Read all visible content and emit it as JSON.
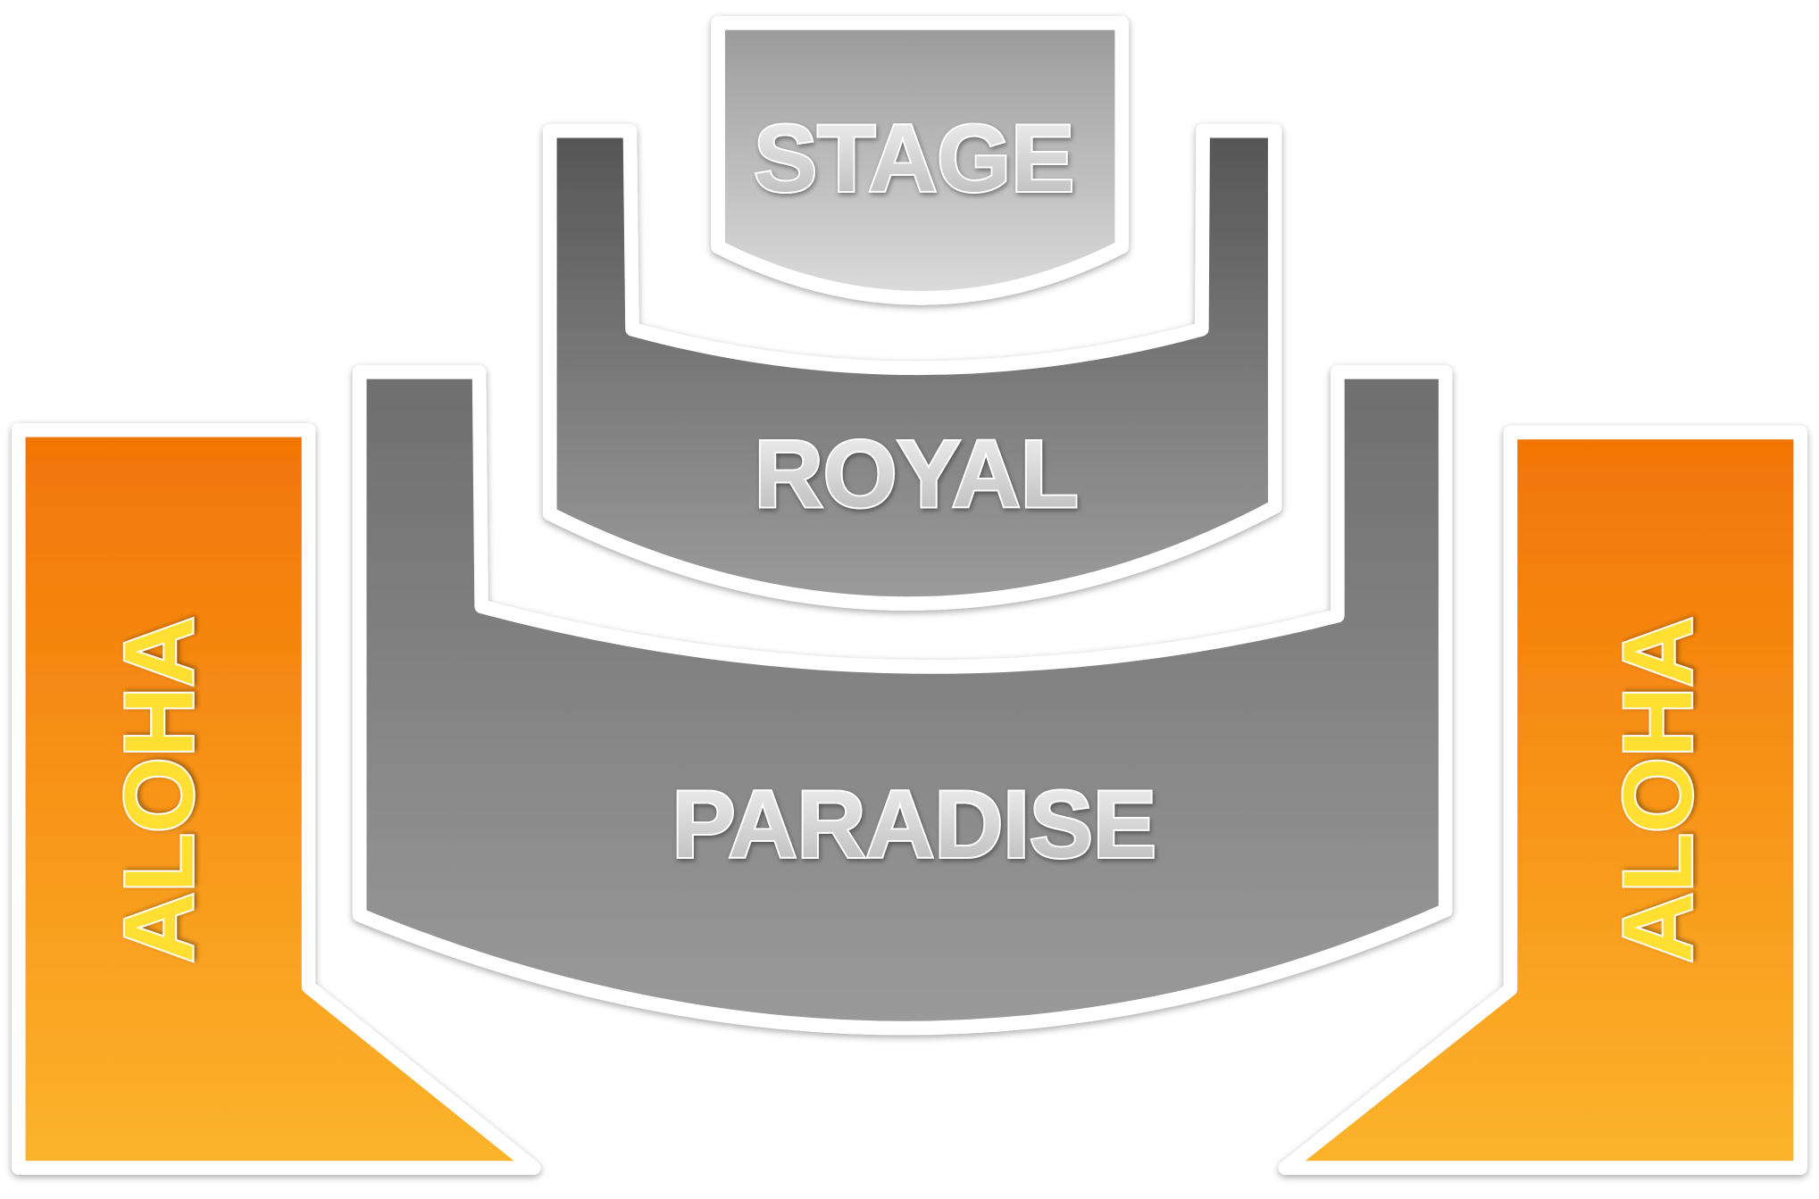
{
  "sections": {
    "stage": {
      "label": "STAGE"
    },
    "royal": {
      "label": "ROYAL"
    },
    "paradise": {
      "label": "PARADISE"
    },
    "aloha_left": {
      "label": "ALOHA"
    },
    "aloha_right": {
      "label": "ALOHA"
    }
  },
  "colors": {
    "gray_dark": "#5a5a5a",
    "gray_light": "#9a9a9a",
    "orange_top": "#f27405",
    "orange_bottom": "#fcb42c",
    "aloha_text": "#ffe033"
  }
}
